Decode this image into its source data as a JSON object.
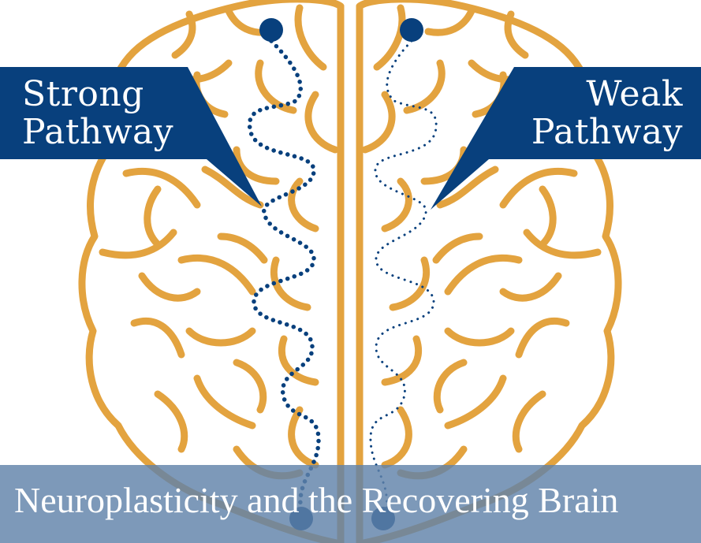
{
  "callouts": {
    "strong_line1": "Strong",
    "strong_line2": "Pathway",
    "weak_line1": "Weak",
    "weak_line2": "Pathway"
  },
  "caption": "Neuroplasticity and the Recovering Brain",
  "colors": {
    "brain": "#E3A33F",
    "navy": "#08407D",
    "caption_bar": "#6082AA",
    "text": "#FFFFFF"
  }
}
